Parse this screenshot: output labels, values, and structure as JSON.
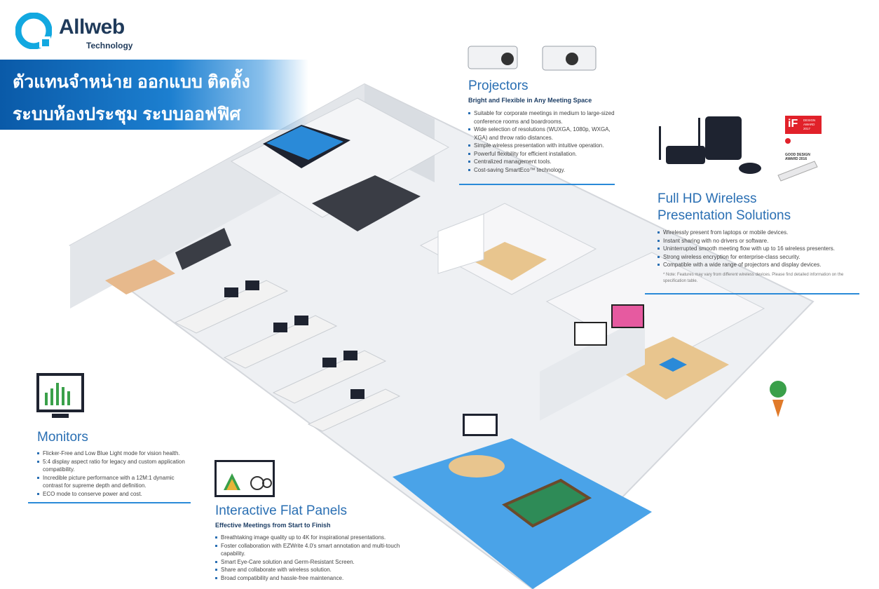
{
  "logo": {
    "name": "Allweb",
    "sub": "Technology"
  },
  "banner": {
    "line1": "ตัวแทนจำหน่าย ออกแบบ ติดตั้ง",
    "line2": "ระบบห้องประชุม ระบบออฟฟิศ"
  },
  "projectors": {
    "title": "Projectors",
    "subtitle": "Bright and Flexible in Any Meeting Space",
    "bullets": [
      "Suitable for corporate meetings in medium to large-sized conference rooms and boardrooms.",
      "Wide selection of resolutions (WUXGA, 1080p, WXGA, XGA) and throw ratio distances.",
      "Simple wireless presentation with intuitive operation.",
      "Powerful flexibility for efficient installation.",
      "Centralized management tools.",
      "Cost-saving SmartEco™ technology."
    ]
  },
  "wireless": {
    "title_line1": "Full HD Wireless",
    "title_line2": "Presentation Solutions",
    "bullets": [
      "Wirelessly present from laptops or mobile devices.",
      "Instant sharing with no drivers or software.",
      "Uninterrupted smooth meeting flow with up to 16 wireless presenters.",
      "Strong wireless encryption for enterprise-class security.",
      "Compatible with a wide range of projectors and display devices."
    ],
    "note": "* Note: Features may vary from different wireless devices. Please find detailed information on the specification table.",
    "award_if": "iF",
    "award_if_text": "DESIGN AWARD 2017",
    "award_gd": "GOOD DESIGN AWARD 2016"
  },
  "monitors": {
    "title": "Monitors",
    "bullets": [
      "Flicker-Free and Low Blue Light mode for vision health.",
      "5:4 display aspect ratio for legacy and custom application compatibility.",
      "Incredible picture performance with a 12M:1 dynamic contrast for supreme depth and definition.",
      "ECO mode to conserve power and cost."
    ]
  },
  "ifp": {
    "title": "Interactive Flat Panels",
    "subtitle": "Effective Meetings from Start to Finish",
    "bullets": [
      "Breathtaking image quality up to 4K for inspirational presentations.",
      "Foster collaboration with EZWrite 4.0's smart annotation and multi-touch capability.",
      "Smart Eye-Care solution and Germ-Resistant Screen.",
      "Share and collaborate with wireless solution.",
      "Broad compatibility and hassle-free maintenance."
    ]
  },
  "colors": {
    "accent": "#2a6fb3",
    "banner": "#1c7fd0",
    "floor": "#4aa3e8"
  }
}
